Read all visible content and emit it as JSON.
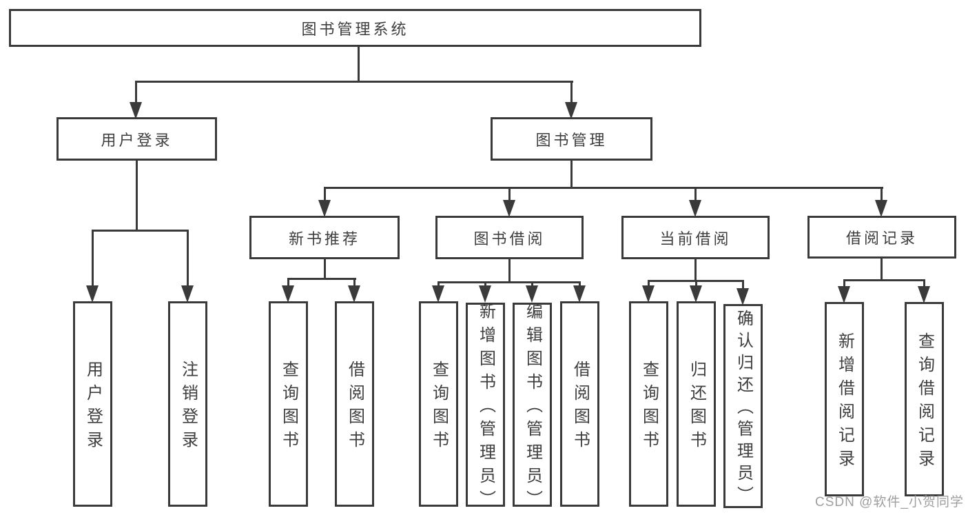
{
  "diagram": {
    "title": "图书管理系统",
    "user_login": {
      "label": "用户登录",
      "children": [
        "用户登录",
        "注销登录"
      ]
    },
    "book_mgmt": {
      "label": "图书管理",
      "new_books": {
        "label": "新书推荐",
        "children": [
          "查询图书",
          "借阅图书"
        ]
      },
      "book_borrow": {
        "label": "图书借阅",
        "children": [
          "查询图书",
          "新增图书（管理员）",
          "编辑图书（管理员）",
          "借阅图书"
        ]
      },
      "current_borrow": {
        "label": "当前借阅",
        "children": [
          "查询图书",
          "归还图书",
          "确认归还（管理员）"
        ]
      },
      "borrow_records": {
        "label": "借阅记录",
        "children": [
          "新增借阅记录",
          "查询借阅记录"
        ]
      }
    }
  },
  "watermark": {
    "text": "CSDN @软件_小贺同学"
  },
  "colors": {
    "line": "#3a3a3a",
    "text": "#3e3e3e",
    "watermark": "#9e9e9e",
    "background": "#ffffff"
  }
}
